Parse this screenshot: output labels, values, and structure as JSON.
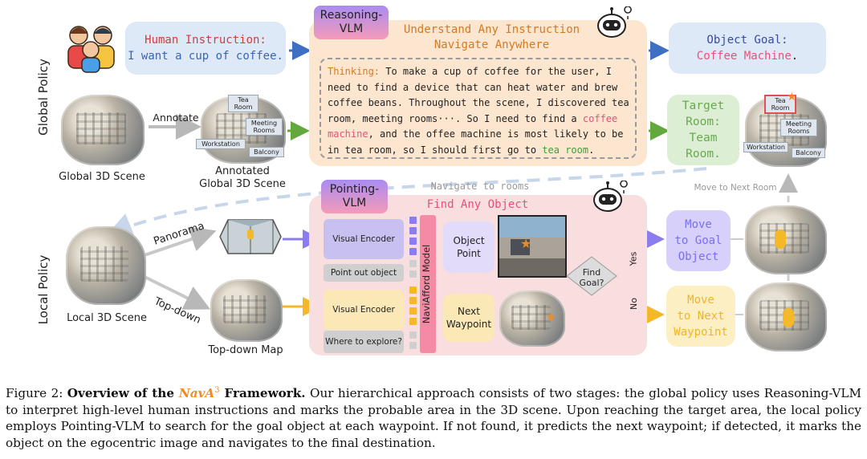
{
  "side_labels": {
    "global": "Global Policy",
    "local": "Local Policy"
  },
  "human": {
    "title": "Human Instruction:",
    "text": "I want a cup of coffee."
  },
  "reasoning_vlm": {
    "tag": "Reasoning-VLM",
    "headline_1": "Understand Any Instruction",
    "headline_2": "Navigate Anywhere",
    "thinking_label": "Thinking:",
    "thinking_1": " To make a cup of coffee for the user, I need to find a device that can heat water and brew coffee beans. Throughout the scene, I discovered tea room, meeting rooms···. So I need to find a ",
    "thinking_highlight_1": "coffee machine",
    "thinking_2": ", and the offee machine is most likely to be in tea room, so I should first go to ",
    "thinking_highlight_2": "tea room",
    "thinking_3": "."
  },
  "object_goal": {
    "title": "Object Goal:",
    "value": "Coffee Machine",
    "end": "."
  },
  "target_room": {
    "line1": "Target",
    "line2": "Room:",
    "line3": "Team",
    "line4": "Room."
  },
  "global_scene": {
    "annotate": "Annotate",
    "caption": "Global 3D Scene",
    "annotated_caption_1": "Annotated",
    "annotated_caption_2": "Global 3D Scene"
  },
  "room_chips": {
    "tea_room_1": "Tea",
    "tea_room_2": "Room",
    "meeting_1": "Meeting",
    "meeting_2": "Rooms",
    "workstation": "Workstation",
    "balcony": "Balcony"
  },
  "navigate_to_rooms": "Navigate to rooms",
  "move_to_next_room": "Move to Next Room",
  "pointing_vlm": {
    "tag": "Pointing-VLM",
    "headline": "Find Any Object",
    "visual_encoder": "Visual Encoder",
    "point_out": "Point out object",
    "where_to_explore": "Where to explore?",
    "model_name": "NaviAfford Model",
    "object_point": "Object Point",
    "next_waypoint": "Next Waypoint",
    "find_goal": "Find Goal?",
    "yes": "Yes",
    "no": "No"
  },
  "move_goal": {
    "l1": "Move",
    "l2": "to Goal",
    "l3": "Object"
  },
  "move_next": {
    "l1": "Move",
    "l2": "to Next",
    "l3": "Waypoint"
  },
  "local_scene": {
    "panorama": "Panorama",
    "topdown": "Top-down",
    "caption": "Local 3D Scene",
    "topdown_map": "Top-down Map"
  },
  "caption": {
    "fig": "Figure 2: ",
    "bold_1": "Overview of the ",
    "nav": "NavA",
    "sup": "3",
    "bold_2": " Framework.",
    "text": " Our hierarchical approach consists of two stages: the global policy uses Reasoning-VLM to interpret high-level human instructions and marks the probable area in the 3D scene. Upon reaching the target area, the local policy employs Pointing-VLM to search for the goal object at each waypoint. If not found, it predicts the next waypoint; if detected, it marks the object on the egocentric image and navigates to the final destination."
  },
  "colors": {
    "blue_box": "#dde9f7",
    "orange_box": "#fde6cf",
    "pink_box": "#f8dede",
    "purple": "#8b7cf0",
    "yellow": "#f4b828",
    "green": "#62a83c",
    "coffee_pink": "#e8507a",
    "tea_green": "#3f9d3a"
  }
}
